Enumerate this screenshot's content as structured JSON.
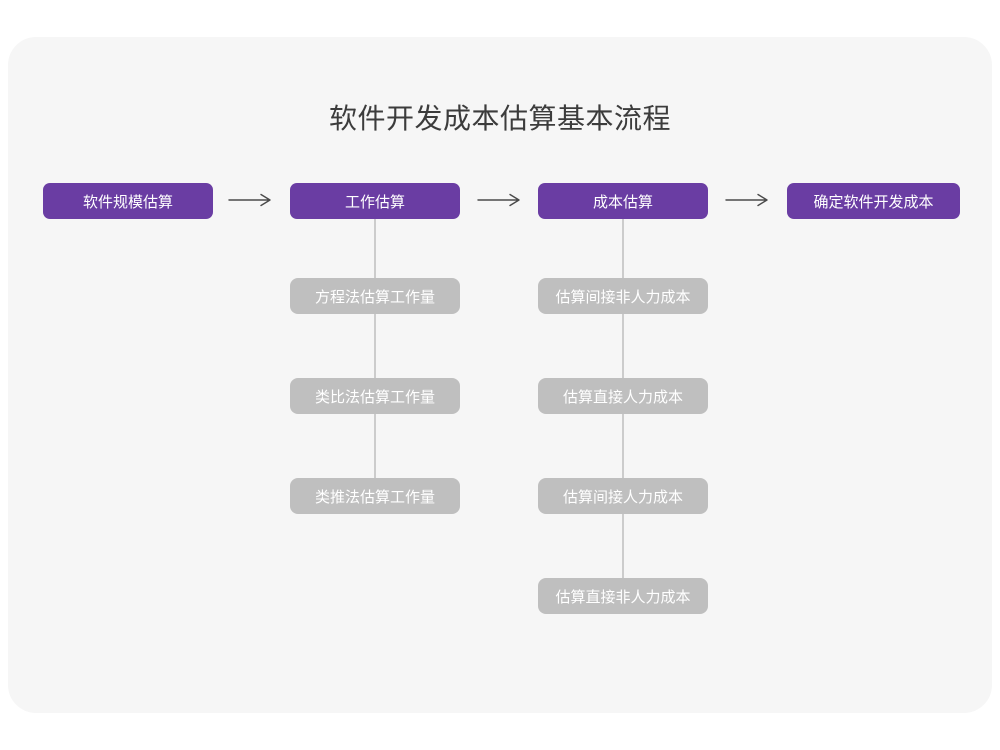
{
  "title": "软件开发成本估算基本流程",
  "colors": {
    "primary_node": "#6a3da3",
    "secondary_node": "#bfbfbf",
    "connector_line": "#cccccc",
    "arrow": "#4a4a4a",
    "title_text": "#3c3c3c",
    "node_text": "#ffffff",
    "card_background": "#f6f6f6",
    "page_background": "#ffffff"
  },
  "flow": {
    "steps": [
      {
        "label": "软件规模估算"
      },
      {
        "label": "工作估算"
      },
      {
        "label": "成本估算"
      },
      {
        "label": "确定软件开发成本"
      }
    ],
    "work_estimation_methods": [
      {
        "label": "方程法估算工作量"
      },
      {
        "label": "类比法估算工作量"
      },
      {
        "label": "类推法估算工作量"
      }
    ],
    "cost_estimation_items": [
      {
        "label": "估算间接非人力成本"
      },
      {
        "label": "估算直接人力成本"
      },
      {
        "label": "估算间接人力成本"
      },
      {
        "label": "估算直接非人力成本"
      }
    ]
  }
}
